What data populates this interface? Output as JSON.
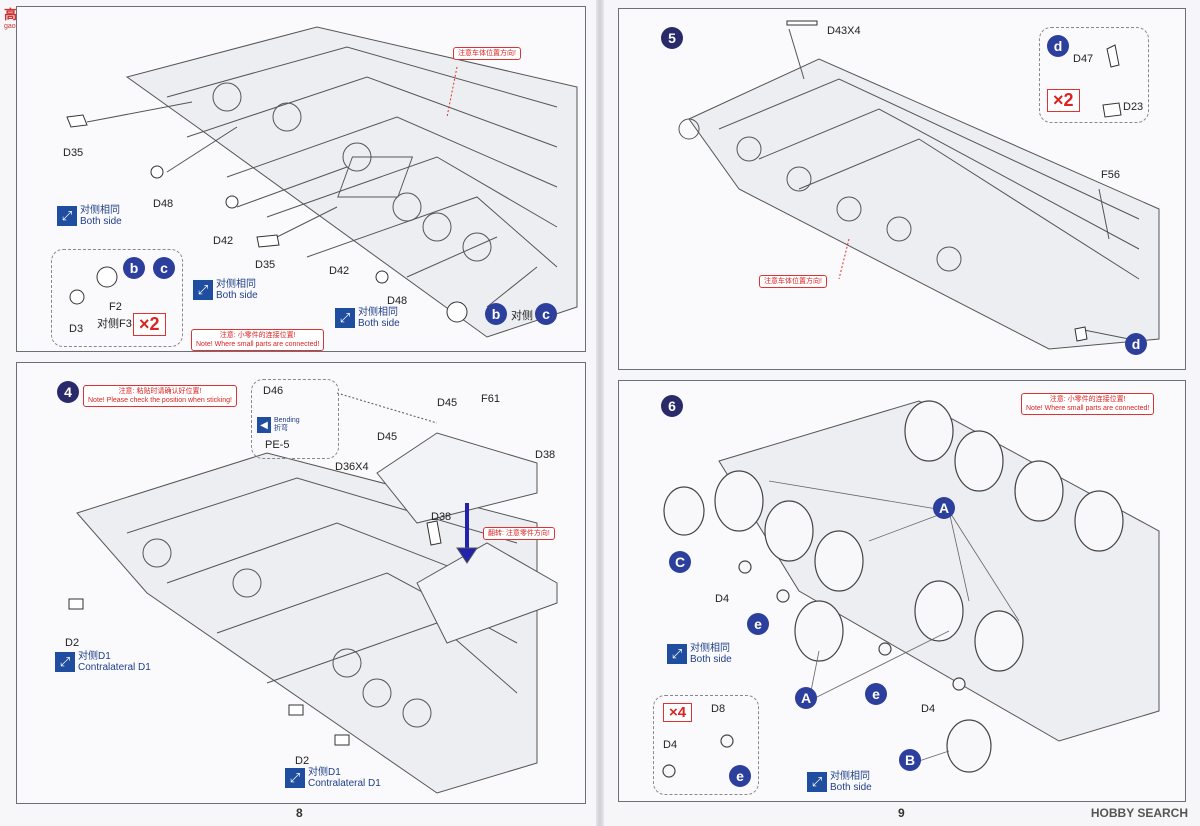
{
  "watermark_top": {
    "title": "高手网",
    "url": "gao-shou.com"
  },
  "watermark_bottom": "HOBBY SEARCH",
  "page_left": "8",
  "page_right": "9",
  "steps": {
    "s3": {
      "labels": [
        "D35",
        "D48",
        "D42",
        "D35",
        "D42",
        "D48",
        "F2",
        "D3"
      ],
      "contra": "对侧F3",
      "both1": [
        "对侧相同",
        "Both side"
      ],
      "both2": [
        "对侧相同",
        "Both side"
      ],
      "both3": [
        "对侧相同",
        "Both side"
      ],
      "times": "×2",
      "circ_b": "b",
      "circ_c": "c",
      "opp": "对侧",
      "note_top": "注意车体位置方向!",
      "note_bottom": [
        "注意: 小零件的连接位置!",
        "Note! Where small parts are connected!"
      ]
    },
    "s4": {
      "num": "4",
      "note_top": [
        "注意: 粘贴时请确认好位置!",
        "Note! Please check the position when sticking!"
      ],
      "labels": [
        "D46",
        "PE-5",
        "D45",
        "F61",
        "D45",
        "D36X4",
        "D38",
        "D38",
        "D2",
        "D2"
      ],
      "bending": [
        "Bending",
        "折弯"
      ],
      "flip": "翻转: 注意零件方向!",
      "contra1": [
        "对侧D1",
        "Contralateral D1"
      ],
      "contra2": [
        "对侧D1",
        "Contralateral D1"
      ]
    },
    "s5": {
      "num": "5",
      "labels": [
        "D43X4",
        "F56",
        "D47",
        "D23"
      ],
      "circ_d": "d",
      "times": "×2",
      "note": "注意车体位置方向!"
    },
    "s6": {
      "num": "6",
      "note_top": [
        "注意: 小零件的连接位置!",
        "Note! Where small parts are connected!"
      ],
      "labels": [
        "D4",
        "D4",
        "D8",
        "D4"
      ],
      "circ": [
        "A",
        "C",
        "e",
        "A",
        "e",
        "B",
        "e"
      ],
      "times": "×4",
      "both1": [
        "对侧相同",
        "Both side"
      ],
      "both2": [
        "对侧相同",
        "Both side"
      ]
    }
  }
}
